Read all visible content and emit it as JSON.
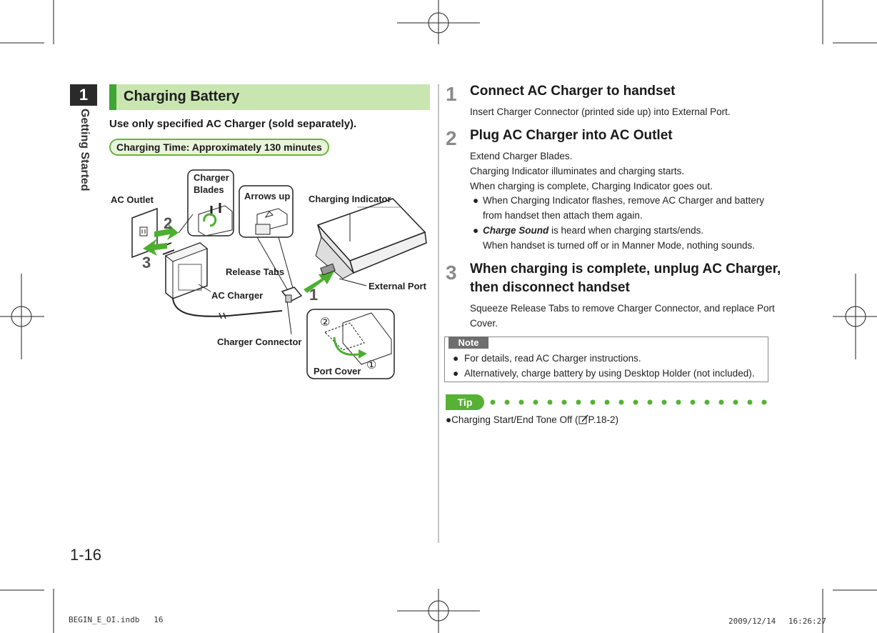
{
  "sidebar": {
    "chapter_number": "1",
    "chapter_title": "Getting Started"
  },
  "page_number": "1-16",
  "section": {
    "title": "Charging Battery",
    "intro": "Use only specified AC Charger (sold separately).",
    "time_badge": "Charging Time: Approximately 130 minutes"
  },
  "figure": {
    "labels": {
      "ac_outlet": "AC Outlet",
      "charger_blades_1": "Charger",
      "charger_blades_2": "Blades",
      "arrows_up": "Arrows up",
      "charging_indicator": "Charging Indicator",
      "release_tabs": "Release Tabs",
      "ac_charger": "AC Charger",
      "external_port": "External Port",
      "charger_connector": "Charger Connector",
      "port_cover": "Port Cover"
    },
    "step_markers": {
      "one": "1",
      "two": "2",
      "three": "3"
    },
    "circled": {
      "first": "①",
      "second": "②"
    }
  },
  "steps": [
    {
      "number": "1",
      "title": "Connect AC Charger to handset",
      "body": [
        "Insert Charger Connector (printed side up) into External Port."
      ]
    },
    {
      "number": "2",
      "title": "Plug AC Charger into AC Outlet",
      "body": [
        "Extend Charger Blades.",
        "Charging Indicator illuminates and charging starts.",
        "When charging is complete, Charging Indicator goes out."
      ],
      "bullets": [
        {
          "lines": [
            "When Charging Indicator flashes, remove AC Charger and battery",
            "from handset then attach them again."
          ]
        },
        {
          "emphasis": "Charge Sound",
          "rest": " is heard when charging starts/ends.",
          "line2": "When handset is turned off or in Manner Mode, nothing sounds."
        }
      ]
    },
    {
      "number": "3",
      "title_line1": "When charging is complete, unplug AC Charger,",
      "title_line2": "then disconnect handset",
      "body": [
        "Squeeze Release Tabs to remove Charger Connector, and replace Port",
        "Cover."
      ]
    }
  ],
  "note": {
    "label": "Note",
    "items": [
      "For details, read AC Charger instructions.",
      "Alternatively, charge battery by using Desktop Holder (not included)."
    ]
  },
  "tip": {
    "label": "Tip",
    "item_before": "Charging Start/End Tone Off (",
    "item_ref": "P.18-2)"
  },
  "footer": {
    "file": "BEGIN_E_OI.indb",
    "page": "16",
    "timestamp": "2009/12/14　 16:26:27"
  },
  "colors": {
    "green_accent": "#3fa535",
    "green_light": "#c9e6b1",
    "note_gray": "#6e6e6e"
  },
  "icons": [
    "pencil-ref-icon"
  ]
}
